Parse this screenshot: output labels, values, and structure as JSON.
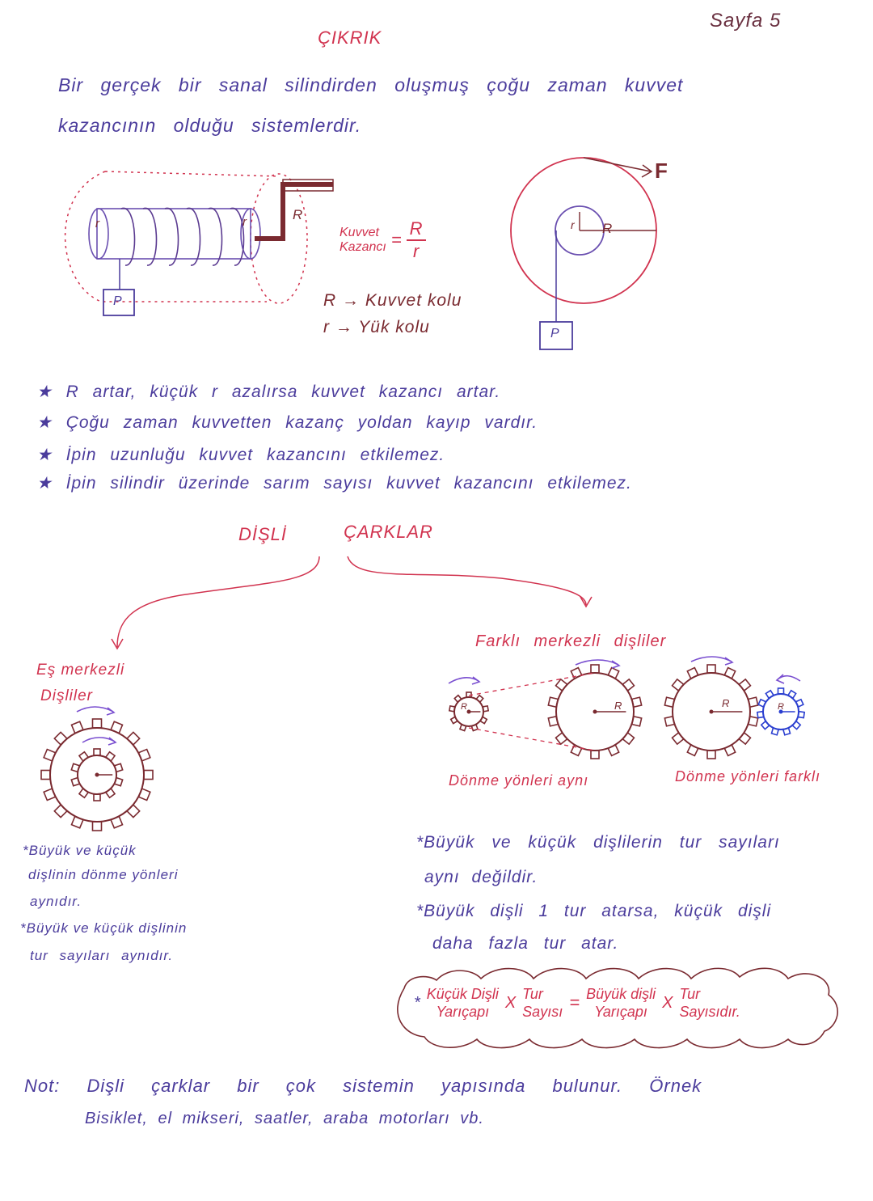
{
  "page_number": "Sayfa 5",
  "section1": {
    "title": "ÇIKRIK",
    "definition_line1": "Bir gerçek bir sanal silindirden oluşmuş çoğu zaman kuvvet",
    "definition_line2": "kazancının olduğu sistemlerdir.",
    "diagram_labels": {
      "R": "R",
      "r": "r",
      "P": "P",
      "F": "F"
    },
    "formula": {
      "lhs_line1": "Kuvvet",
      "lhs_line2": "Kazancı",
      "equals": "=",
      "numerator": "R",
      "denominator": "r"
    },
    "legend": [
      "R → Kuvvet kolu",
      "r → Yük kolu"
    ],
    "bullets": [
      "★ R artar, küçük r azalırsa kuvvet kazancı artar.",
      "★ Çoğu zaman kuvvetten kazanç yoldan kayıp vardır.",
      "★ İpin uzunluğu kuvvet kazancını etkilemez.",
      "★ İpin silindir üzerinde sarım sayısı kuvvet kazancını etkilemez."
    ]
  },
  "section2": {
    "title_word1": "DİŞLİ",
    "title_word2": "ÇARKLAR",
    "left": {
      "heading_line1": "Eş merkezli",
      "heading_line2": "Dişliler",
      "notes": [
        "*Büyük ve küçük",
        "dişlinin dönme yönleri",
        "aynıdır.",
        "*Büyük ve küçük dişlinin",
        "tur sayıları aynıdır."
      ]
    },
    "right": {
      "heading": "Farklı merkezli dişliler",
      "gear_label": "R",
      "caption_same": "Dönme yönleri aynı",
      "caption_diff": "Dönme yönleri farklı",
      "notes": [
        "*Büyük ve küçük dişlilerin tur sayıları",
        "aynı değildir.",
        "*Büyük dişli 1 tur atarsa, küçük dişli",
        "daha fazla tur atar."
      ]
    },
    "formula": {
      "star": "*",
      "a1": "Küçük Dişli",
      "a2": "Yarıçapı",
      "x1": "X",
      "b1": "Tur",
      "b2": "Sayısı",
      "eq": "=",
      "c1": "Büyük dişli",
      "c2": "Yarıçapı",
      "x2": "X",
      "d1": "Tur",
      "d2": "Sayısıdır."
    }
  },
  "note": {
    "line1": "Not: Dişli çarklar bir çok sistemin yapısında bulunur. Örnek",
    "line2": "Bisiklet, el mikseri, saatler, araba motorları vb."
  },
  "colors": {
    "ink": "#4b3c9c",
    "red": "#d1334f",
    "brown": "#7a2a30",
    "blue": "#2b3fd0"
  }
}
